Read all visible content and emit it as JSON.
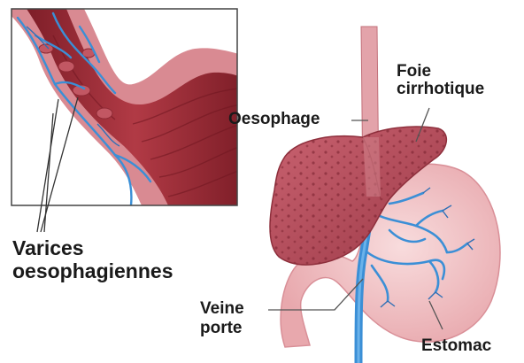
{
  "labels": {
    "varices_line1": "Varices",
    "varices_line2": "oesophagiennes",
    "oesophage": "Oesophage",
    "foie_line1": "Foie",
    "foie_line2": "cirrhotique",
    "veine_line1": "Veine",
    "veine_line2": "porte",
    "estomac": "Estomac"
  },
  "colors": {
    "liver": "#b84c5a",
    "liver_dark": "#8e2f3c",
    "stomach": "#f2c6c8",
    "stomach_edge": "#d98f97",
    "esophagus_wall": "#d8848c",
    "esophagus_lumen": "#9a2b35",
    "vein": "#3b8fd6",
    "frame": "#444444",
    "text": "#1a1a1a"
  }
}
